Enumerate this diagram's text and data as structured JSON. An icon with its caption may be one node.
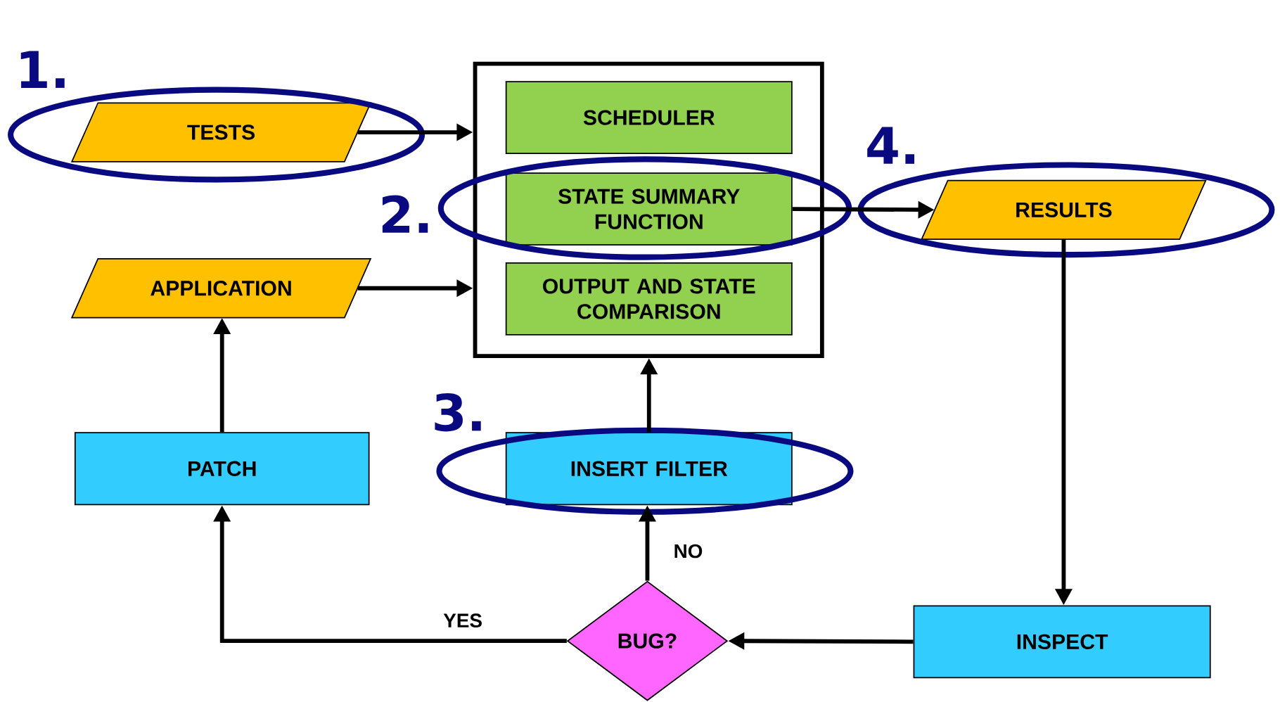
{
  "diagram": {
    "nodes": [
      {
        "text": [
          "TESTS"
        ]
      },
      {
        "text": [],
        "shape": "box"
      },
      {
        "text": [
          "SCHEDULER"
        ],
        "in": 1
      },
      {
        "text": [
          "STATE SUMMARY FUNCTION"
        ],
        "in": 1
      },
      {
        "text": [
          "OUTPUT AND STATE COMPARISON"
        ],
        "in": 1
      },
      {
        "text": [
          "RESULTS"
        ]
      },
      {
        "text": [
          "APPLICATION"
        ]
      },
      {
        "text": [
          "PATCH"
        ]
      },
      {
        "text": [
          "INSERT FILTER"
        ]
      },
      {
        "text": [
          "BUG?"
        ]
      },
      {
        "text": [
          "INSPECT"
        ]
      }
    ],
    "edges": [
      {
        "from": 0,
        "to": 1,
        "arrow": "to"
      },
      {
        "from": 6,
        "to": 1,
        "arrow": "to"
      },
      {
        "from": 3,
        "to": 5,
        "arrow": "to"
      },
      {
        "from": 5,
        "to": 10,
        "arrow": "to"
      },
      {
        "from": 10,
        "to": 9,
        "arrow": "to"
      },
      {
        "from": 9,
        "to": 8,
        "arrow": "to",
        "label": "NO"
      },
      {
        "from": 9,
        "to": 7,
        "arrow": "to",
        "label": "YES"
      },
      {
        "from": 7,
        "to": 6,
        "arrow": "to"
      },
      {
        "from": 8,
        "to": 1,
        "arrow": "to"
      }
    ],
    "labels": [
      "1.",
      "2.",
      "3.",
      "4."
    ]
  }
}
